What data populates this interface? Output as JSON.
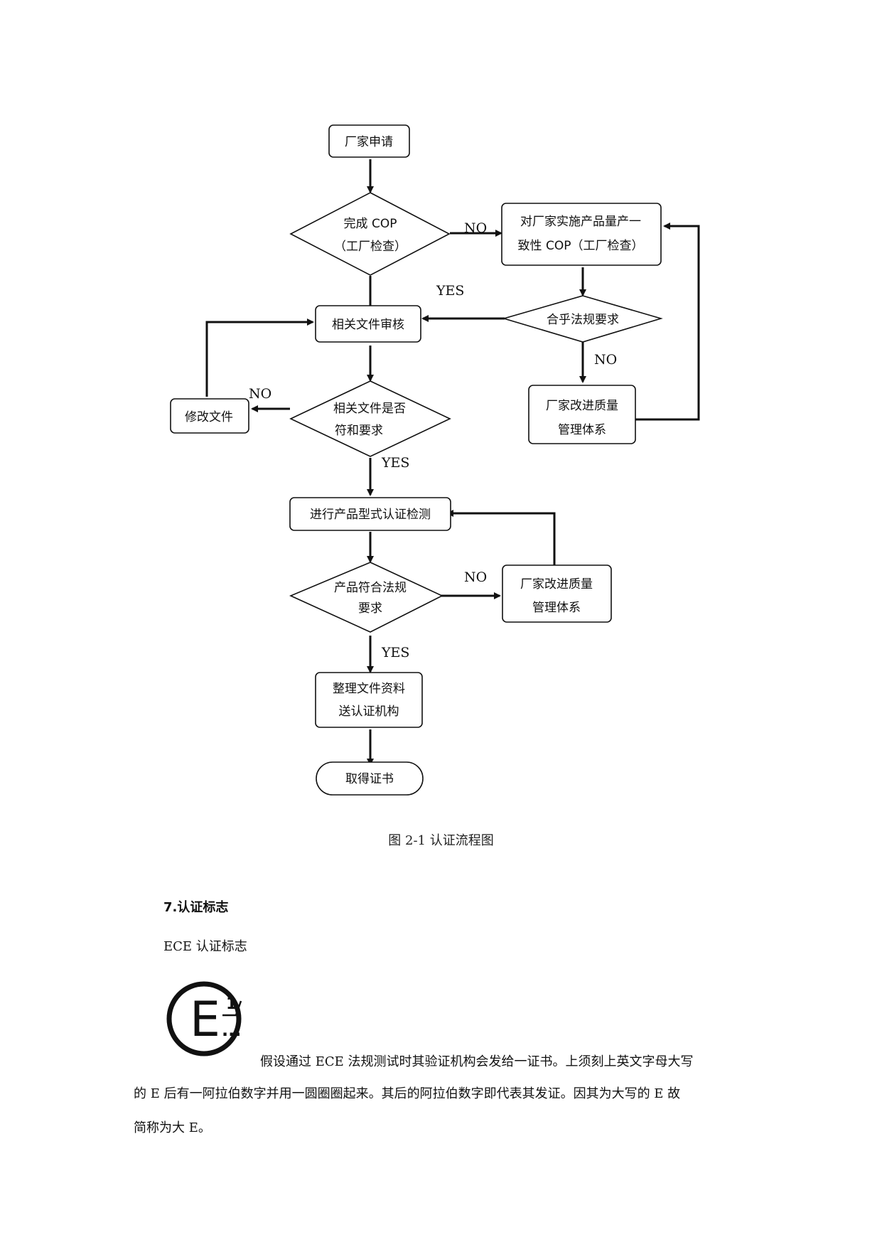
{
  "flowchart": {
    "start": "厂家申请",
    "cop_decision": [
      "完成 COP",
      "（工厂检查）"
    ],
    "cop_box": [
      "对厂家实施产品量产一",
      "致性 COP（工厂检查）"
    ],
    "regulation_decision": "合乎法规要求",
    "doc_review": "相关文件审核",
    "improve_box_1": [
      "厂家改进质量",
      "管理体系"
    ],
    "modify_docs": "修改文件",
    "doc_decision": [
      "相关文件是否",
      "符和要求"
    ],
    "type_test": "进行产品型式认证检测",
    "product_decision": [
      "产品符合法规",
      "要求"
    ],
    "improve_box_2": [
      "厂家改进质量",
      "管理体系"
    ],
    "submit_box": [
      "整理文件资料",
      "送认证机构"
    ],
    "end": "取得证书",
    "label_no": "NO",
    "label_yes": "YES"
  },
  "caption": "图 2-1  认证流程图",
  "section": {
    "heading": "7.认证标志",
    "subheading": "ECE 认证标志"
  },
  "mark": {
    "letter": "E",
    "superscript": "1",
    "dots": "..."
  },
  "paragraph": {
    "line1": "假设通过 ECE 法规测试时其验证机构会发给一证书。上须刻上英文字母大写",
    "line2": "的 E 后有一阿拉伯数字并用一圆圈圈起来。其后的阿拉伯数字即代表其发证。因其为大写的 E 故",
    "line3": "简称为大 E。"
  }
}
